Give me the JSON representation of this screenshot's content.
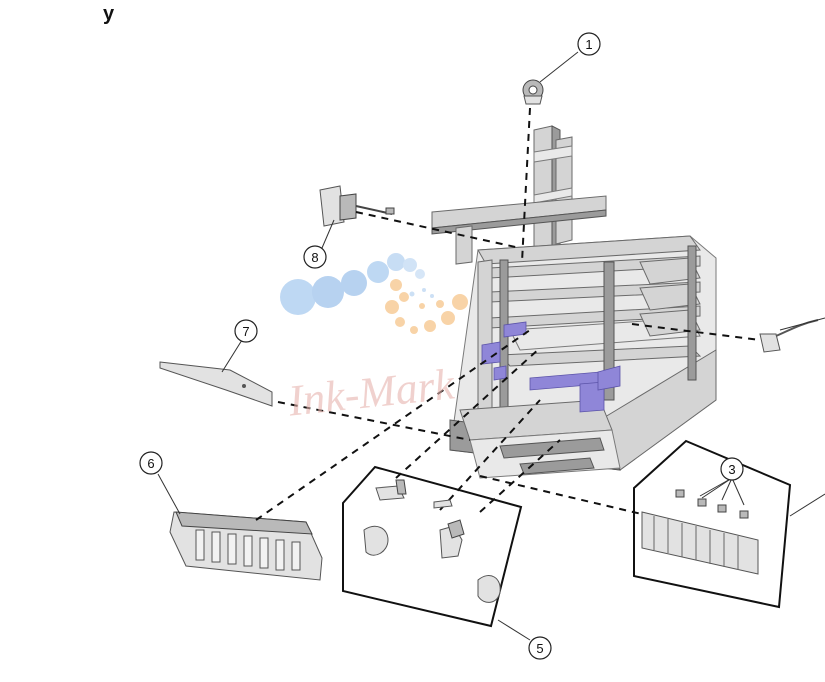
{
  "header": {
    "title_fragment": "y"
  },
  "callouts": [
    {
      "id": "1",
      "label": "1"
    },
    {
      "id": "3",
      "label": "3"
    },
    {
      "id": "5",
      "label": "5"
    },
    {
      "id": "6",
      "label": "6"
    },
    {
      "id": "7",
      "label": "7"
    },
    {
      "id": "8",
      "label": "8"
    }
  ],
  "watermark": {
    "text": "Ink-Mark"
  },
  "colors": {
    "accent": "#8f86d8",
    "frame": "#d4d4d4",
    "line": "#111111",
    "watermark_blue": "#9fc3ec",
    "watermark_orange": "#f6c58a",
    "watermark_text": "#e7b4ae"
  }
}
